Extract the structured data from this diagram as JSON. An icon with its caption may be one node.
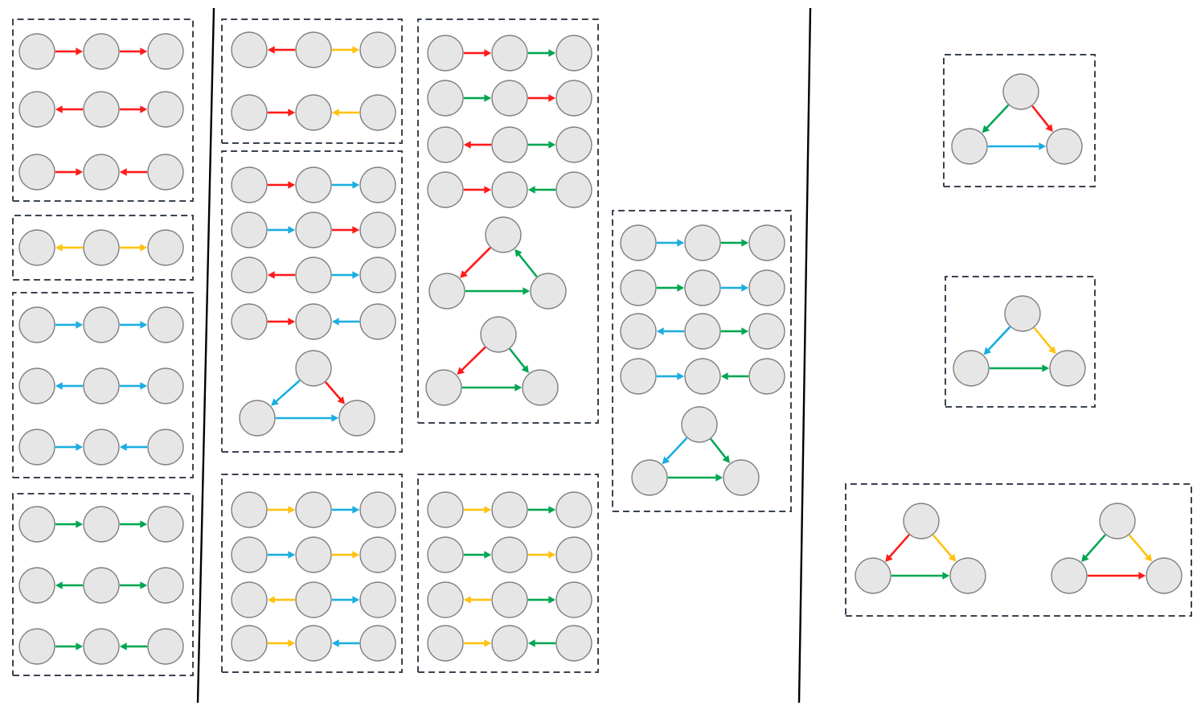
{
  "diagram": {
    "nodes": [
      {
        "text": [],
        "shape": "box"
      },
      {
        "text": [],
        "shape": "circle",
        "in": 0
      },
      {
        "text": [],
        "shape": "circle",
        "in": 0
      },
      {
        "text": [],
        "shape": "circle",
        "in": 0
      },
      {
        "text": [],
        "shape": "circle",
        "in": 0
      },
      {
        "text": [],
        "shape": "circle",
        "in": 0
      },
      {
        "text": [],
        "shape": "circle",
        "in": 0
      },
      {
        "text": [],
        "shape": "circle",
        "in": 0
      },
      {
        "text": [],
        "shape": "circle",
        "in": 0
      },
      {
        "text": [],
        "shape": "circle",
        "in": 0
      },
      {
        "text": [],
        "shape": "box"
      },
      {
        "text": [],
        "shape": "circle",
        "in": 10
      },
      {
        "text": [],
        "shape": "circle",
        "in": 10
      },
      {
        "text": [],
        "shape": "circle",
        "in": 10
      },
      {
        "text": [],
        "shape": "box"
      },
      {
        "text": [],
        "shape": "circle",
        "in": 14
      },
      {
        "text": [],
        "shape": "circle",
        "in": 14
      },
      {
        "text": [],
        "shape": "circle",
        "in": 14
      },
      {
        "text": [],
        "shape": "circle",
        "in": 14
      },
      {
        "text": [],
        "shape": "circle",
        "in": 14
      },
      {
        "text": [],
        "shape": "circle",
        "in": 14
      },
      {
        "text": [],
        "shape": "circle",
        "in": 14
      },
      {
        "text": [],
        "shape": "circle",
        "in": 14
      },
      {
        "text": [],
        "shape": "circle",
        "in": 14
      },
      {
        "text": [],
        "shape": "box"
      },
      {
        "text": [],
        "shape": "circle",
        "in": 24
      },
      {
        "text": [],
        "shape": "circle",
        "in": 24
      },
      {
        "text": [],
        "shape": "circle",
        "in": 24
      },
      {
        "text": [],
        "shape": "circle",
        "in": 24
      },
      {
        "text": [],
        "shape": "circle",
        "in": 24
      },
      {
        "text": [],
        "shape": "circle",
        "in": 24
      },
      {
        "text": [],
        "shape": "circle",
        "in": 24
      },
      {
        "text": [],
        "shape": "circle",
        "in": 24
      },
      {
        "text": [],
        "shape": "circle",
        "in": 24
      },
      {
        "text": [],
        "shape": "box"
      },
      {
        "text": [],
        "shape": "circle",
        "in": 34
      },
      {
        "text": [],
        "shape": "circle",
        "in": 34
      },
      {
        "text": [],
        "shape": "circle",
        "in": 34
      },
      {
        "text": [],
        "shape": "circle",
        "in": 34
      },
      {
        "text": [],
        "shape": "circle",
        "in": 34
      },
      {
        "text": [],
        "shape": "circle",
        "in": 34
      },
      {
        "text": [],
        "shape": "box"
      },
      {
        "text": [],
        "shape": "circle",
        "in": 41
      },
      {
        "text": [],
        "shape": "circle",
        "in": 41
      },
      {
        "text": [],
        "shape": "circle",
        "in": 41
      },
      {
        "text": [],
        "shape": "circle",
        "in": 41
      },
      {
        "text": [],
        "shape": "circle",
        "in": 41
      },
      {
        "text": [],
        "shape": "circle",
        "in": 41
      },
      {
        "text": [],
        "shape": "circle",
        "in": 41
      },
      {
        "text": [],
        "shape": "circle",
        "in": 41
      },
      {
        "text": [],
        "shape": "circle",
        "in": 41
      },
      {
        "text": [],
        "shape": "circle",
        "in": 41
      },
      {
        "text": [],
        "shape": "circle",
        "in": 41
      },
      {
        "text": [],
        "shape": "circle",
        "in": 41
      },
      {
        "text": [],
        "shape": "circle",
        "in": 41
      },
      {
        "text": [],
        "shape": "circle",
        "in": 41
      },
      {
        "text": [],
        "shape": "circle",
        "in": 41
      },
      {
        "text": [],
        "shape": "box"
      },
      {
        "text": [],
        "shape": "circle",
        "in": 57
      },
      {
        "text": [],
        "shape": "circle",
        "in": 57
      },
      {
        "text": [],
        "shape": "circle",
        "in": 57
      },
      {
        "text": [],
        "shape": "circle",
        "in": 57
      },
      {
        "text": [],
        "shape": "circle",
        "in": 57
      },
      {
        "text": [],
        "shape": "circle",
        "in": 57
      },
      {
        "text": [],
        "shape": "circle",
        "in": 57
      },
      {
        "text": [],
        "shape": "circle",
        "in": 57
      },
      {
        "text": [],
        "shape": "circle",
        "in": 57
      },
      {
        "text": [],
        "shape": "circle",
        "in": 57
      },
      {
        "text": [],
        "shape": "circle",
        "in": 57
      },
      {
        "text": [],
        "shape": "circle",
        "in": 57
      },
      {
        "text": [],
        "shape": "box"
      },
      {
        "text": [],
        "shape": "circle",
        "in": 70
      },
      {
        "text": [],
        "shape": "circle",
        "in": 70
      },
      {
        "text": [],
        "shape": "circle",
        "in": 70
      },
      {
        "text": [],
        "shape": "circle",
        "in": 70
      },
      {
        "text": [],
        "shape": "circle",
        "in": 70
      },
      {
        "text": [],
        "shape": "circle",
        "in": 70
      },
      {
        "text": [],
        "shape": "circle",
        "in": 70
      },
      {
        "text": [],
        "shape": "circle",
        "in": 70
      },
      {
        "text": [],
        "shape": "circle",
        "in": 70
      },
      {
        "text": [],
        "shape": "circle",
        "in": 70
      },
      {
        "text": [],
        "shape": "circle",
        "in": 70
      },
      {
        "text": [],
        "shape": "circle",
        "in": 70
      },
      {
        "text": [],
        "shape": "circle",
        "in": 70
      },
      {
        "text": [],
        "shape": "circle",
        "in": 70
      },
      {
        "text": [],
        "shape": "circle",
        "in": 70
      },
      {
        "text": [],
        "shape": "circle",
        "in": 70
      },
      {
        "text": [],
        "shape": "circle",
        "in": 70
      },
      {
        "text": [],
        "shape": "circle",
        "in": 70
      },
      {
        "text": [],
        "shape": "box"
      },
      {
        "text": [],
        "shape": "circle",
        "in": 89
      },
      {
        "text": [],
        "shape": "circle",
        "in": 89
      },
      {
        "text": [],
        "shape": "circle",
        "in": 89
      },
      {
        "text": [],
        "shape": "circle",
        "in": 89
      },
      {
        "text": [],
        "shape": "circle",
        "in": 89
      },
      {
        "text": [],
        "shape": "circle",
        "in": 89
      },
      {
        "text": [],
        "shape": "circle",
        "in": 89
      },
      {
        "text": [],
        "shape": "circle",
        "in": 89
      },
      {
        "text": [],
        "shape": "circle",
        "in": 89
      },
      {
        "text": [],
        "shape": "circle",
        "in": 89
      },
      {
        "text": [],
        "shape": "circle",
        "in": 89
      },
      {
        "text": [],
        "shape": "circle",
        "in": 89
      },
      {
        "text": [],
        "shape": "box"
      },
      {
        "text": [],
        "shape": "circle",
        "in": 102
      },
      {
        "text": [],
        "shape": "circle",
        "in": 102
      },
      {
        "text": [],
        "shape": "circle",
        "in": 102
      },
      {
        "text": [],
        "shape": "circle",
        "in": 102
      },
      {
        "text": [],
        "shape": "circle",
        "in": 102
      },
      {
        "text": [],
        "shape": "circle",
        "in": 102
      },
      {
        "text": [],
        "shape": "circle",
        "in": 102
      },
      {
        "text": [],
        "shape": "circle",
        "in": 102
      },
      {
        "text": [],
        "shape": "circle",
        "in": 102
      },
      {
        "text": [],
        "shape": "circle",
        "in": 102
      },
      {
        "text": [],
        "shape": "circle",
        "in": 102
      },
      {
        "text": [],
        "shape": "circle",
        "in": 102
      },
      {
        "text": [],
        "shape": "circle",
        "in": 102
      },
      {
        "text": [],
        "shape": "circle",
        "in": 102
      },
      {
        "text": [],
        "shape": "circle",
        "in": 102
      },
      {
        "text": [],
        "shape": "box"
      },
      {
        "text": [],
        "shape": "circle",
        "in": 118
      },
      {
        "text": [],
        "shape": "circle",
        "in": 118
      },
      {
        "text": [],
        "shape": "circle",
        "in": 118
      },
      {
        "text": [],
        "shape": "box"
      },
      {
        "text": [],
        "shape": "circle",
        "in": 122
      },
      {
        "text": [],
        "shape": "circle",
        "in": 122
      },
      {
        "text": [],
        "shape": "circle",
        "in": 122
      },
      {
        "text": [],
        "shape": "box"
      },
      {
        "text": [],
        "shape": "circle",
        "in": 126
      },
      {
        "text": [],
        "shape": "circle",
        "in": 126
      },
      {
        "text": [],
        "shape": "circle",
        "in": 126
      },
      {
        "text": [],
        "shape": "circle",
        "in": 126
      },
      {
        "text": [],
        "shape": "circle",
        "in": 126
      },
      {
        "text": [],
        "shape": "circle",
        "in": 126
      }
    ],
    "edges": [
      {
        "from": 1,
        "to": 2,
        "arrow": "to",
        "color": "#ff1a1a"
      },
      {
        "from": 2,
        "to": 3,
        "arrow": "to",
        "color": "#ff1a1a"
      },
      {
        "from": 5,
        "to": 4,
        "arrow": "to",
        "color": "#ff1a1a"
      },
      {
        "from": 5,
        "to": 6,
        "arrow": "to",
        "color": "#ff1a1a"
      },
      {
        "from": 7,
        "to": 8,
        "arrow": "to",
        "color": "#ff1a1a"
      },
      {
        "from": 9,
        "to": 8,
        "arrow": "to",
        "color": "#ff1a1a"
      },
      {
        "from": 12,
        "to": 11,
        "arrow": "to",
        "color": "#ffc20e"
      },
      {
        "from": 12,
        "to": 13,
        "arrow": "to",
        "color": "#ffc20e"
      },
      {
        "from": 15,
        "to": 16,
        "arrow": "to",
        "color": "#1aaee0"
      },
      {
        "from": 16,
        "to": 17,
        "arrow": "to",
        "color": "#1aaee0"
      },
      {
        "from": 19,
        "to": 18,
        "arrow": "to",
        "color": "#1aaee0"
      },
      {
        "from": 19,
        "to": 20,
        "arrow": "to",
        "color": "#1aaee0"
      },
      {
        "from": 21,
        "to": 22,
        "arrow": "to",
        "color": "#1aaee0"
      },
      {
        "from": 23,
        "to": 22,
        "arrow": "to",
        "color": "#1aaee0"
      },
      {
        "from": 25,
        "to": 26,
        "arrow": "to",
        "color": "#00a651"
      },
      {
        "from": 26,
        "to": 27,
        "arrow": "to",
        "color": "#00a651"
      },
      {
        "from": 29,
        "to": 28,
        "arrow": "to",
        "color": "#00a651"
      },
      {
        "from": 29,
        "to": 30,
        "arrow": "to",
        "color": "#00a651"
      },
      {
        "from": 31,
        "to": 32,
        "arrow": "to",
        "color": "#00a651"
      },
      {
        "from": 33,
        "to": 32,
        "arrow": "to",
        "color": "#00a651"
      },
      {
        "from": 36,
        "to": 35,
        "arrow": "to",
        "color": "#ff1a1a"
      },
      {
        "from": 36,
        "to": 37,
        "arrow": "to",
        "color": "#ffc20e"
      },
      {
        "from": 38,
        "to": 39,
        "arrow": "to",
        "color": "#ff1a1a"
      },
      {
        "from": 40,
        "to": 39,
        "arrow": "to",
        "color": "#ffc20e"
      },
      {
        "from": 42,
        "to": 43,
        "arrow": "to",
        "color": "#ff1a1a"
      },
      {
        "from": 43,
        "to": 44,
        "arrow": "to",
        "color": "#1aaee0"
      },
      {
        "from": 45,
        "to": 46,
        "arrow": "to",
        "color": "#1aaee0"
      },
      {
        "from": 46,
        "to": 47,
        "arrow": "to",
        "color": "#ff1a1a"
      },
      {
        "from": 49,
        "to": 48,
        "arrow": "to",
        "color": "#ff1a1a"
      },
      {
        "from": 49,
        "to": 50,
        "arrow": "to",
        "color": "#1aaee0"
      },
      {
        "from": 51,
        "to": 52,
        "arrow": "to",
        "color": "#ff1a1a"
      },
      {
        "from": 53,
        "to": 52,
        "arrow": "to",
        "color": "#1aaee0"
      },
      {
        "from": 54,
        "to": 55,
        "arrow": "to",
        "color": "#1aaee0"
      },
      {
        "from": 54,
        "to": 56,
        "arrow": "to",
        "color": "#ff1a1a"
      },
      {
        "from": 55,
        "to": 56,
        "arrow": "to",
        "color": "#1aaee0"
      },
      {
        "from": 58,
        "to": 59,
        "arrow": "to",
        "color": "#ffc20e"
      },
      {
        "from": 59,
        "to": 60,
        "arrow": "to",
        "color": "#1aaee0"
      },
      {
        "from": 61,
        "to": 62,
        "arrow": "to",
        "color": "#1aaee0"
      },
      {
        "from": 62,
        "to": 63,
        "arrow": "to",
        "color": "#ffc20e"
      },
      {
        "from": 65,
        "to": 64,
        "arrow": "to",
        "color": "#ffc20e"
      },
      {
        "from": 65,
        "to": 66,
        "arrow": "to",
        "color": "#1aaee0"
      },
      {
        "from": 67,
        "to": 68,
        "arrow": "to",
        "color": "#ffc20e"
      },
      {
        "from": 69,
        "to": 68,
        "arrow": "to",
        "color": "#1aaee0"
      },
      {
        "from": 71,
        "to": 72,
        "arrow": "to",
        "color": "#ff1a1a"
      },
      {
        "from": 72,
        "to": 73,
        "arrow": "to",
        "color": "#00a651"
      },
      {
        "from": 74,
        "to": 75,
        "arrow": "to",
        "color": "#00a651"
      },
      {
        "from": 75,
        "to": 76,
        "arrow": "to",
        "color": "#ff1a1a"
      },
      {
        "from": 78,
        "to": 77,
        "arrow": "to",
        "color": "#ff1a1a"
      },
      {
        "from": 78,
        "to": 79,
        "arrow": "to",
        "color": "#00a651"
      },
      {
        "from": 80,
        "to": 81,
        "arrow": "to",
        "color": "#ff1a1a"
      },
      {
        "from": 82,
        "to": 81,
        "arrow": "to",
        "color": "#00a651"
      },
      {
        "from": 83,
        "to": 84,
        "arrow": "to",
        "color": "#ff1a1a"
      },
      {
        "from": 85,
        "to": 83,
        "arrow": "to",
        "color": "#00a651"
      },
      {
        "from": 84,
        "to": 85,
        "arrow": "to",
        "color": "#00a651"
      },
      {
        "from": 86,
        "to": 87,
        "arrow": "to",
        "color": "#ff1a1a"
      },
      {
        "from": 86,
        "to": 88,
        "arrow": "to",
        "color": "#00a651"
      },
      {
        "from": 87,
        "to": 88,
        "arrow": "to",
        "color": "#00a651"
      },
      {
        "from": 90,
        "to": 91,
        "arrow": "to",
        "color": "#ffc20e"
      },
      {
        "from": 91,
        "to": 92,
        "arrow": "to",
        "color": "#00a651"
      },
      {
        "from": 93,
        "to": 94,
        "arrow": "to",
        "color": "#00a651"
      },
      {
        "from": 94,
        "to": 95,
        "arrow": "to",
        "color": "#ffc20e"
      },
      {
        "from": 97,
        "to": 96,
        "arrow": "to",
        "color": "#ffc20e"
      },
      {
        "from": 97,
        "to": 98,
        "arrow": "to",
        "color": "#00a651"
      },
      {
        "from": 99,
        "to": 100,
        "arrow": "to",
        "color": "#ffc20e"
      },
      {
        "from": 101,
        "to": 100,
        "arrow": "to",
        "color": "#00a651"
      },
      {
        "from": 103,
        "to": 104,
        "arrow": "to",
        "color": "#1aaee0"
      },
      {
        "from": 104,
        "to": 105,
        "arrow": "to",
        "color": "#00a651"
      },
      {
        "from": 106,
        "to": 107,
        "arrow": "to",
        "color": "#00a651"
      },
      {
        "from": 107,
        "to": 108,
        "arrow": "to",
        "color": "#1aaee0"
      },
      {
        "from": 110,
        "to": 109,
        "arrow": "to",
        "color": "#1aaee0"
      },
      {
        "from": 110,
        "to": 111,
        "arrow": "to",
        "color": "#00a651"
      },
      {
        "from": 112,
        "to": 113,
        "arrow": "to",
        "color": "#1aaee0"
      },
      {
        "from": 114,
        "to": 113,
        "arrow": "to",
        "color": "#00a651"
      },
      {
        "from": 115,
        "to": 116,
        "arrow": "to",
        "color": "#1aaee0"
      },
      {
        "from": 115,
        "to": 117,
        "arrow": "to",
        "color": "#00a651"
      },
      {
        "from": 116,
        "to": 117,
        "arrow": "to",
        "color": "#00a651"
      },
      {
        "from": 119,
        "to": 120,
        "arrow": "to",
        "color": "#00a651"
      },
      {
        "from": 119,
        "to": 121,
        "arrow": "to",
        "color": "#ff1a1a"
      },
      {
        "from": 120,
        "to": 121,
        "arrow": "to",
        "color": "#1aaee0"
      },
      {
        "from": 123,
        "to": 124,
        "arrow": "to",
        "color": "#1aaee0"
      },
      {
        "from": 123,
        "to": 125,
        "arrow": "to",
        "color": "#ffc20e"
      },
      {
        "from": 124,
        "to": 125,
        "arrow": "to",
        "color": "#00a651"
      },
      {
        "from": 127,
        "to": 128,
        "arrow": "to",
        "color": "#ff1a1a"
      },
      {
        "from": 127,
        "to": 129,
        "arrow": "to",
        "color": "#ffc20e"
      },
      {
        "from": 128,
        "to": 129,
        "arrow": "to",
        "color": "#00a651"
      },
      {
        "from": 130,
        "to": 131,
        "arrow": "to",
        "color": "#00a651"
      },
      {
        "from": 130,
        "to": 132,
        "arrow": "to",
        "color": "#ffc20e"
      },
      {
        "from": 131,
        "to": 132,
        "arrow": "to",
        "color": "#ff1a1a"
      }
    ]
  }
}
